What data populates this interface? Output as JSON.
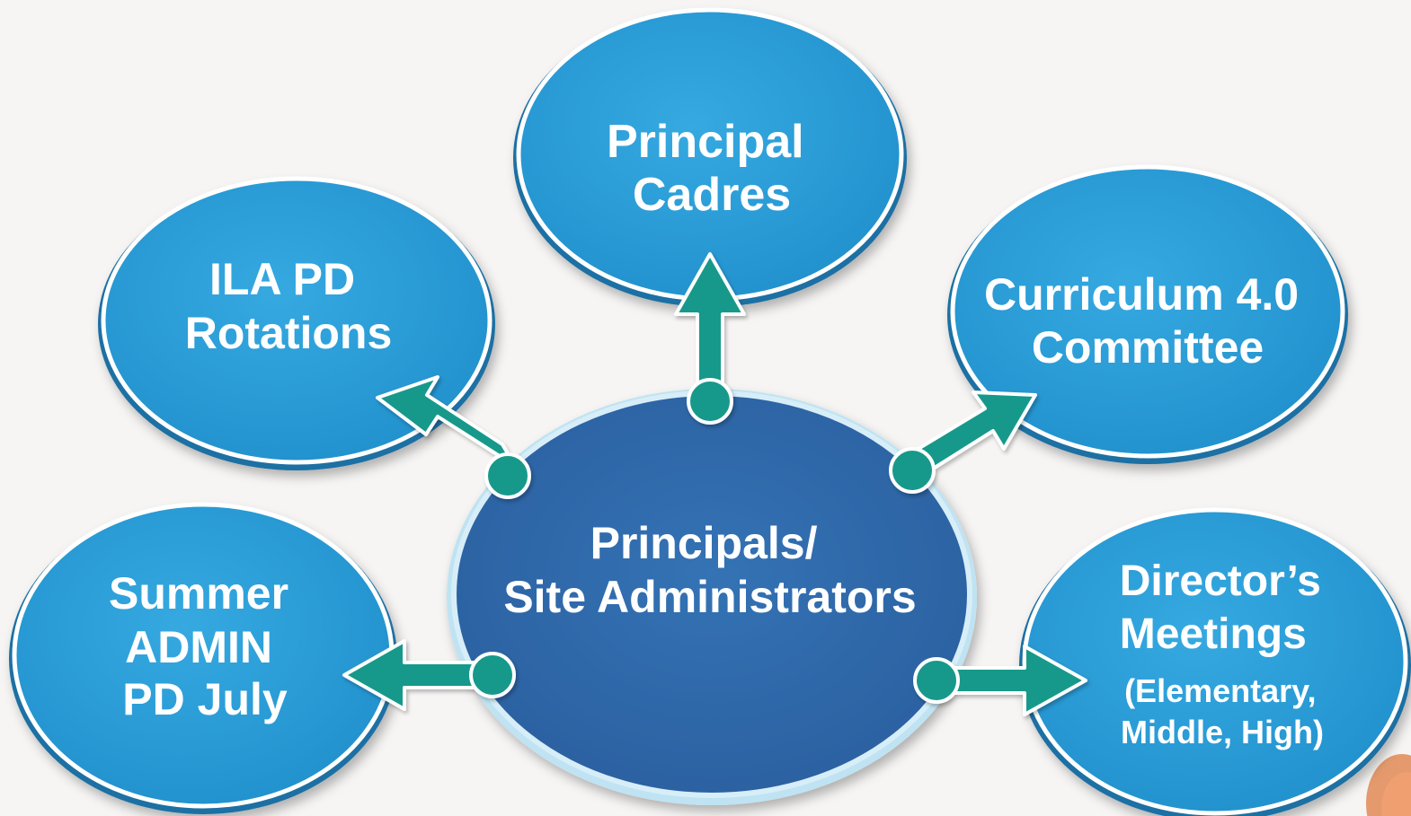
{
  "center": {
    "line1": "Principals/",
    "line2": "Site Administrators"
  },
  "nodes": {
    "principal_cadres": {
      "line1": "Principal",
      "line2": "Cadres"
    },
    "ila_pd": {
      "line1": "ILA PD",
      "line2": "Rotations"
    },
    "curriculum": {
      "line1": "Curriculum 4.0",
      "line2": "Committee"
    },
    "summer_admin": {
      "line1": "Summer",
      "line2": "ADMIN",
      "line3": "PD July"
    },
    "directors_meetings": {
      "line1": "Director’s",
      "line2": "Meetings",
      "line3": "(Elementary,",
      "line4": "Middle, High)"
    }
  },
  "colors": {
    "background": "#f6f5f4",
    "satellite_fill": "#2a9dd6",
    "center_fill": "#2f67a8",
    "arrow_fill": "#16998a",
    "outline": "#ffffff"
  }
}
